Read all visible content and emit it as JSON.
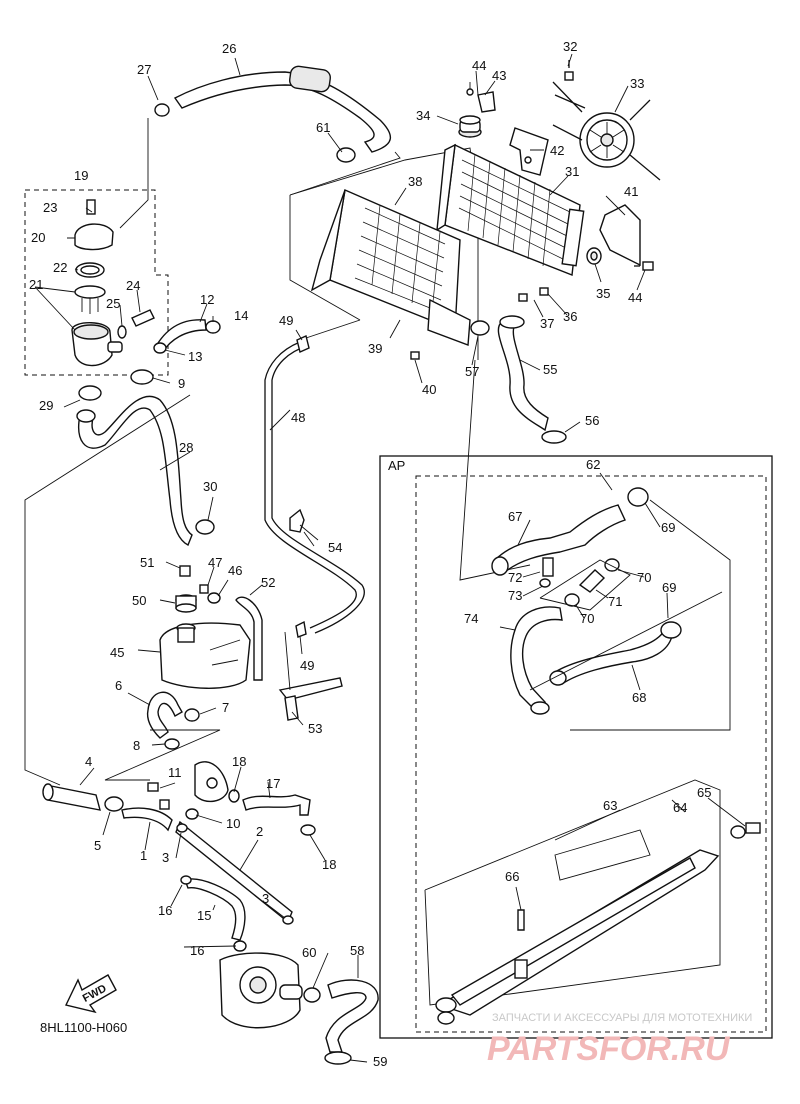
{
  "diagram": {
    "code": "8HL1100-H060",
    "fwd_label": "FWD",
    "assembly_label": "AP",
    "watermark_top": "ЗАПЧАСТИ И АКСЕССУАРЫ ДЛЯ МОТОТЕХНИКИ",
    "watermark_brand": "PARTSFOR.RU",
    "callouts": [
      {
        "id": "c1",
        "text": "1"
      },
      {
        "id": "c2",
        "text": "2"
      },
      {
        "id": "c3a",
        "text": "3"
      },
      {
        "id": "c3b",
        "text": "3"
      },
      {
        "id": "c4",
        "text": "4"
      },
      {
        "id": "c5",
        "text": "5"
      },
      {
        "id": "c6",
        "text": "6"
      },
      {
        "id": "c7",
        "text": "7"
      },
      {
        "id": "c8",
        "text": "8"
      },
      {
        "id": "c9",
        "text": "9"
      },
      {
        "id": "c10",
        "text": "10"
      },
      {
        "id": "c11",
        "text": "11"
      },
      {
        "id": "c12",
        "text": "12"
      },
      {
        "id": "c13",
        "text": "13"
      },
      {
        "id": "c14",
        "text": "14"
      },
      {
        "id": "c15",
        "text": "15"
      },
      {
        "id": "c16a",
        "text": "16"
      },
      {
        "id": "c16b",
        "text": "16"
      },
      {
        "id": "c17",
        "text": "17"
      },
      {
        "id": "c18a",
        "text": "18"
      },
      {
        "id": "c18b",
        "text": "18"
      },
      {
        "id": "c19",
        "text": "19"
      },
      {
        "id": "c20",
        "text": "20"
      },
      {
        "id": "c21",
        "text": "21"
      },
      {
        "id": "c22",
        "text": "22"
      },
      {
        "id": "c23",
        "text": "23"
      },
      {
        "id": "c24",
        "text": "24"
      },
      {
        "id": "c25",
        "text": "25"
      },
      {
        "id": "c26",
        "text": "26"
      },
      {
        "id": "c27",
        "text": "27"
      },
      {
        "id": "c28",
        "text": "28"
      },
      {
        "id": "c29",
        "text": "29"
      },
      {
        "id": "c30",
        "text": "30"
      },
      {
        "id": "c31",
        "text": "31"
      },
      {
        "id": "c32",
        "text": "32"
      },
      {
        "id": "c33",
        "text": "33"
      },
      {
        "id": "c34",
        "text": "34"
      },
      {
        "id": "c35",
        "text": "35"
      },
      {
        "id": "c36",
        "text": "36"
      },
      {
        "id": "c37",
        "text": "37"
      },
      {
        "id": "c38",
        "text": "38"
      },
      {
        "id": "c39",
        "text": "39"
      },
      {
        "id": "c40",
        "text": "40"
      },
      {
        "id": "c41",
        "text": "41"
      },
      {
        "id": "c42",
        "text": "42"
      },
      {
        "id": "c43",
        "text": "43"
      },
      {
        "id": "c44a",
        "text": "44"
      },
      {
        "id": "c44b",
        "text": "44"
      },
      {
        "id": "c45",
        "text": "45"
      },
      {
        "id": "c46",
        "text": "46"
      },
      {
        "id": "c47",
        "text": "47"
      },
      {
        "id": "c48",
        "text": "48"
      },
      {
        "id": "c49a",
        "text": "49"
      },
      {
        "id": "c49b",
        "text": "49"
      },
      {
        "id": "c50",
        "text": "50"
      },
      {
        "id": "c51",
        "text": "51"
      },
      {
        "id": "c52",
        "text": "52"
      },
      {
        "id": "c53",
        "text": "53"
      },
      {
        "id": "c54",
        "text": "54"
      },
      {
        "id": "c55",
        "text": "55"
      },
      {
        "id": "c56",
        "text": "56"
      },
      {
        "id": "c57",
        "text": "57"
      },
      {
        "id": "c58",
        "text": "58"
      },
      {
        "id": "c59",
        "text": "59"
      },
      {
        "id": "c60",
        "text": "60"
      },
      {
        "id": "c61",
        "text": "61"
      },
      {
        "id": "c62",
        "text": "62"
      },
      {
        "id": "c63",
        "text": "63"
      },
      {
        "id": "c64",
        "text": "64"
      },
      {
        "id": "c65",
        "text": "65"
      },
      {
        "id": "c66",
        "text": "66"
      },
      {
        "id": "c67",
        "text": "67"
      },
      {
        "id": "c68",
        "text": "68"
      },
      {
        "id": "c69a",
        "text": "69"
      },
      {
        "id": "c69b",
        "text": "69"
      },
      {
        "id": "c70a",
        "text": "70"
      },
      {
        "id": "c70b",
        "text": "70"
      },
      {
        "id": "c71",
        "text": "71"
      },
      {
        "id": "c72",
        "text": "72"
      },
      {
        "id": "c73",
        "text": "73"
      },
      {
        "id": "c74",
        "text": "74"
      }
    ]
  }
}
